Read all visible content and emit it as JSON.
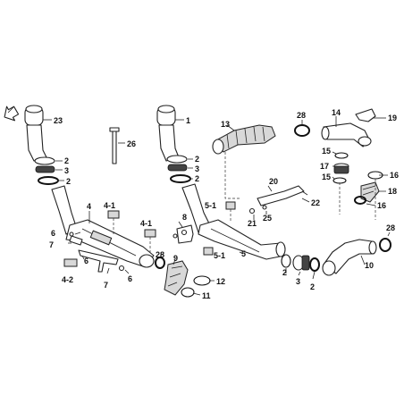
{
  "labels": {
    "l23": "23",
    "l1": "1",
    "l26": "26",
    "l2a": "2",
    "l3a": "3",
    "l2b": "2",
    "l2c": "2",
    "l3b": "3",
    "l2d": "2",
    "l13": "13",
    "l28a": "28",
    "l14": "14",
    "l19": "19",
    "l15a": "15",
    "l17": "17",
    "l15b": "15",
    "l16a": "16",
    "l18": "18",
    "l16b": "16",
    "l20": "20",
    "l22": "22",
    "l21": "21",
    "l25": "25",
    "l4_1a": "4-1",
    "l4_1b": "4-1",
    "l5_1a": "5-1",
    "l5_1b": "5-1",
    "l4": "4",
    "l7a": "7",
    "l6a": "6",
    "l6b": "6",
    "l4_2": "4-2",
    "l7b": "7",
    "l6c": "6",
    "l8": "8",
    "l28b": "28",
    "l9": "9",
    "l12": "12",
    "l11": "11",
    "l5": "5",
    "l2e": "2",
    "l3c": "3",
    "l2f": "2",
    "l28c": "28",
    "l10": "10"
  },
  "icons": {
    "front": "front-arrow-icon"
  }
}
